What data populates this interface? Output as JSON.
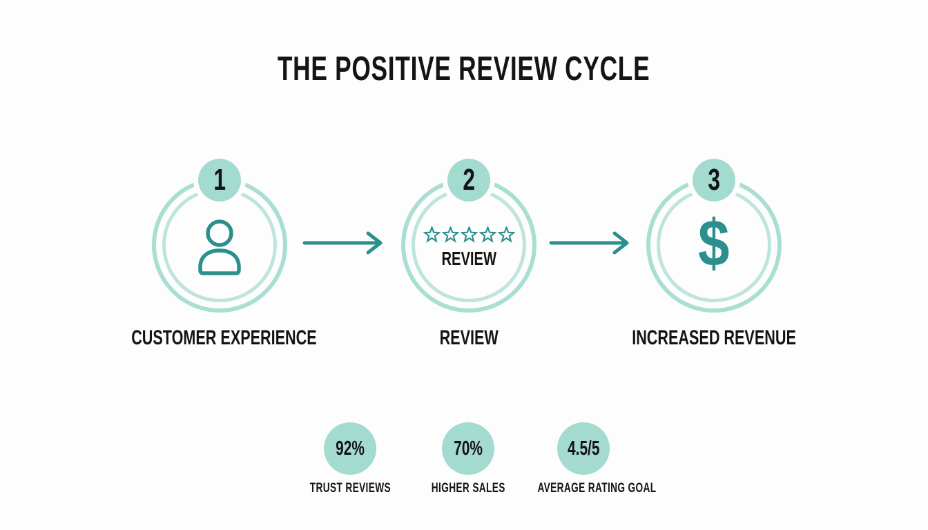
{
  "title": "THE POSITIVE REVIEW CYCLE",
  "colors": {
    "background": "#fdfdfd",
    "mint": "#a3dbd0",
    "ring-outer": "#a9ded3",
    "ring-inner": "#bde5da",
    "teal": "#2a8f8d",
    "ink": "#141414"
  },
  "steps": [
    {
      "number": "1",
      "label": "CUSTOMER EXPERIENCE",
      "icon": "person-icon"
    },
    {
      "number": "2",
      "label": "REVIEW",
      "icon": "five-star-rating-icon",
      "stars": 5,
      "inner_label": "REVIEW"
    },
    {
      "number": "3",
      "label": "INCREASED REVENUE",
      "icon": "dollar-icon",
      "symbol": "$"
    }
  ],
  "stats": [
    {
      "value": "92%",
      "label": "TRUST REVIEWS"
    },
    {
      "value": "70%",
      "label": "HIGHER SALES"
    },
    {
      "value": "4.5/5",
      "label": "AVERAGE RATING GOAL"
    }
  ]
}
